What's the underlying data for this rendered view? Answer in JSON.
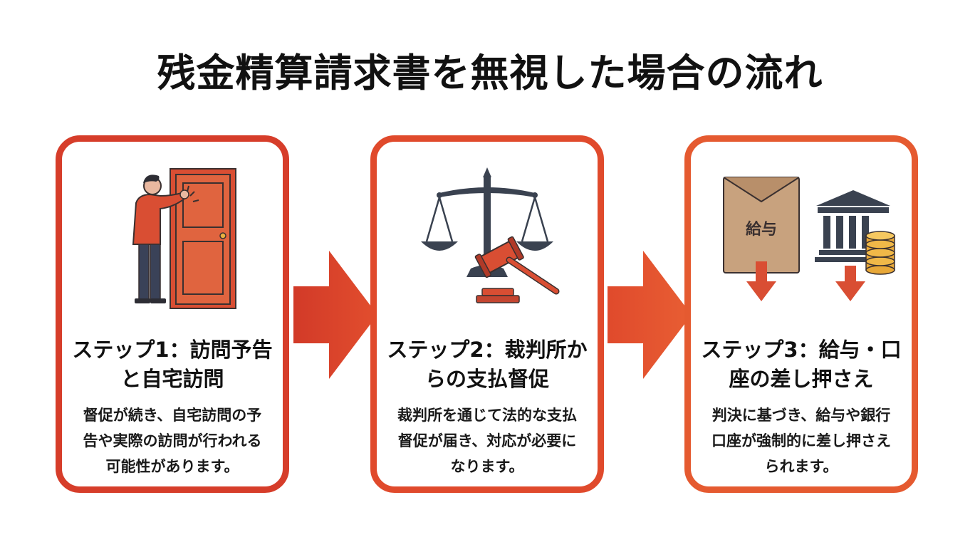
{
  "title": "残金精算請求書を無視した場合の流れ",
  "steps": [
    {
      "heading": "ステップ1：訪問予告と自宅訪問",
      "body": "督促が続き、自宅訪問の予告や実際の訪問が行われる可能性があります。",
      "icon": "person-knocking-door-icon"
    },
    {
      "heading": "ステップ2：裁判所からの支払督促",
      "body": "裁判所を通じて法的な支払督促が届き、対応が必要になります。",
      "icon": "scales-and-gavel-icon"
    },
    {
      "heading": "ステップ3：給与・口座の差し押さえ",
      "body": "判決に基づき、給与や銀行口座が強制的に差し押さえられます。",
      "icon": "salary-envelope-and-bank-icon",
      "envelope_label": "給与"
    }
  ],
  "colors": {
    "accent_red": "#d63d2a",
    "accent_orange": "#e55a30",
    "dark_navy": "#3a4250",
    "envelope": "#c8a27e"
  }
}
